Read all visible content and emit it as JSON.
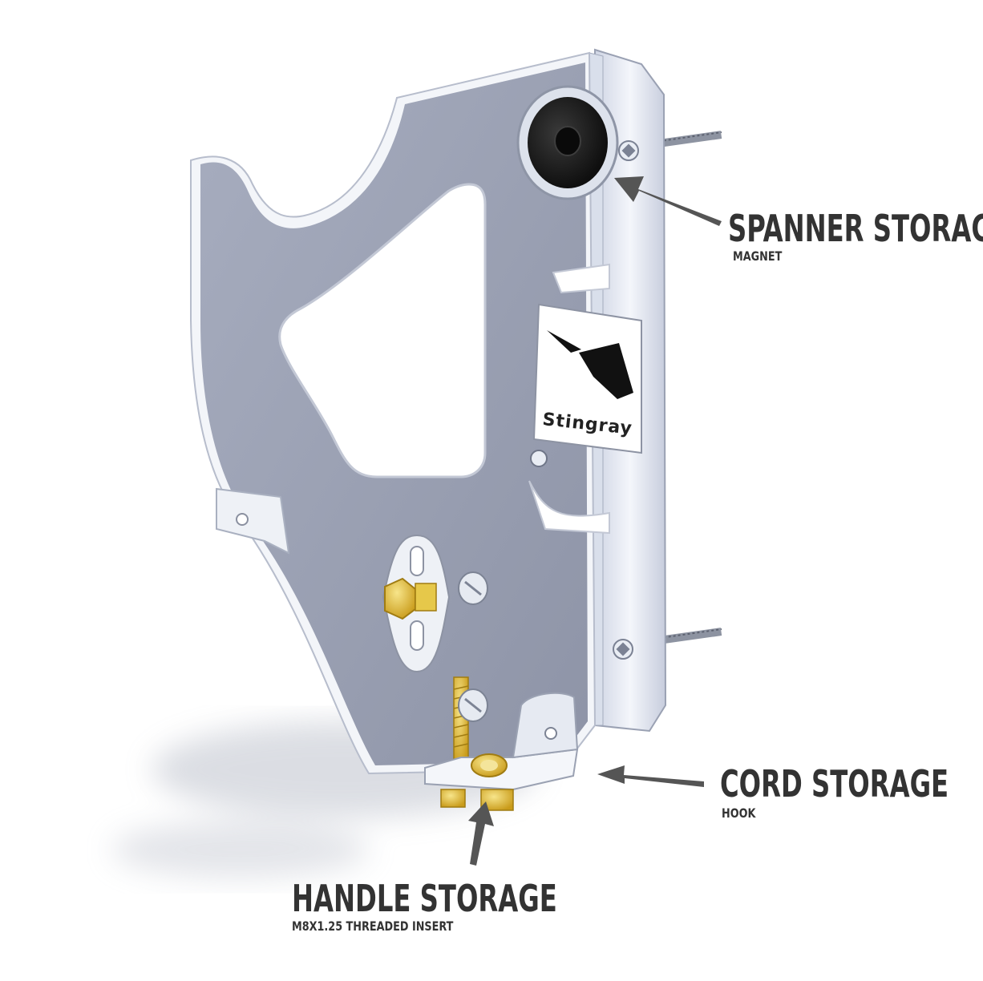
{
  "colors": {
    "plate": "#9ea4b6",
    "plate_shadow": "#7f8597",
    "edge": "#f2f4f8",
    "steel": "#dfe4ef",
    "brass": "#e3c23a",
    "magnet": "#1c1c1c",
    "arrow": "#555555",
    "text": "#333333"
  },
  "logo": {
    "text": "Stingray"
  },
  "callouts": {
    "spanner": {
      "title": "SPANNER STORAGE",
      "subtitle": "MAGNET"
    },
    "cord": {
      "title": "CORD STORAGE",
      "subtitle": "HOOK"
    },
    "handle": {
      "title": "HANDLE STORAGE",
      "subtitle": "M8X1.25 THREADED INSERT"
    }
  },
  "icons": [
    "arrow-icon",
    "magnet-icon",
    "screw-icon",
    "bolt-icon",
    "stingray-logo-icon"
  ]
}
